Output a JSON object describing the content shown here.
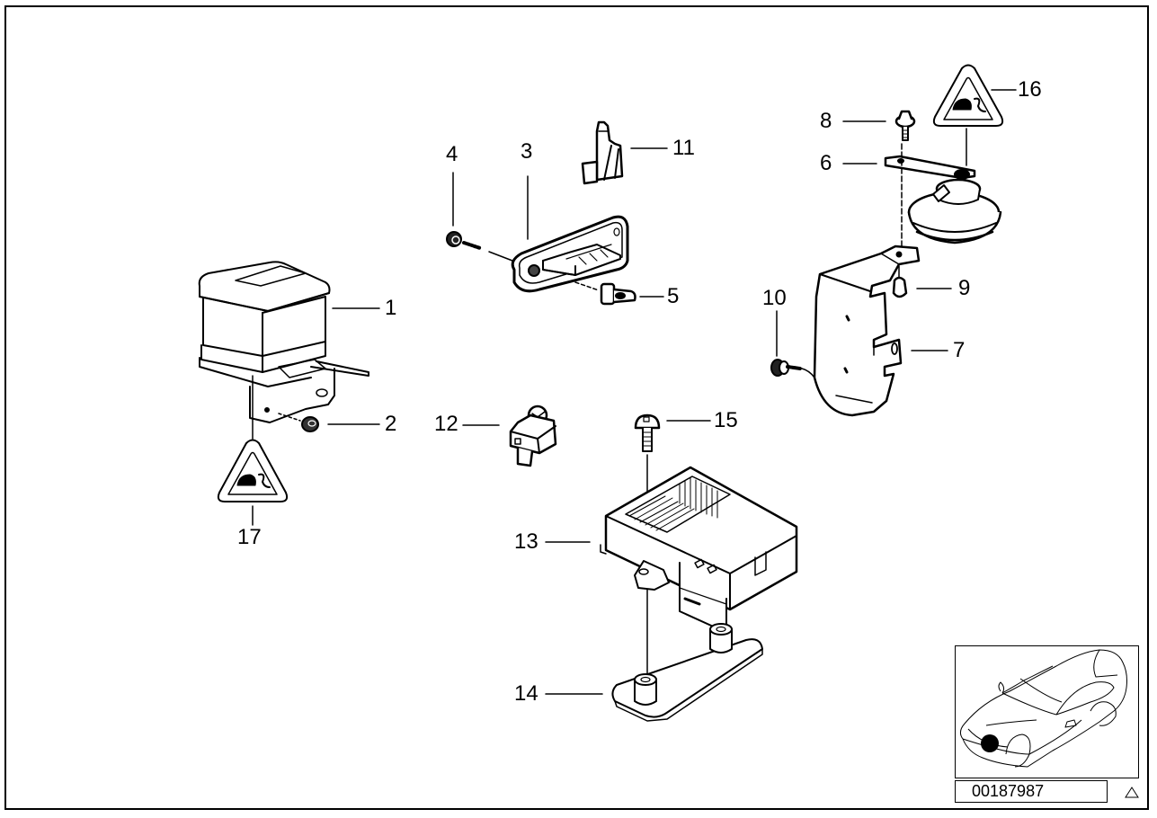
{
  "diagram": {
    "title": "Parts diagram – alarm system / horn components",
    "document_number": "00187987",
    "callouts": [
      {
        "id": "1",
        "label": "1"
      },
      {
        "id": "2",
        "label": "2"
      },
      {
        "id": "3",
        "label": "3"
      },
      {
        "id": "4",
        "label": "4"
      },
      {
        "id": "5",
        "label": "5"
      },
      {
        "id": "6",
        "label": "6"
      },
      {
        "id": "7",
        "label": "7"
      },
      {
        "id": "8",
        "label": "8"
      },
      {
        "id": "9",
        "label": "9"
      },
      {
        "id": "10",
        "label": "10"
      },
      {
        "id": "11",
        "label": "11"
      },
      {
        "id": "12",
        "label": "12"
      },
      {
        "id": "13",
        "label": "13"
      },
      {
        "id": "14",
        "label": "14"
      },
      {
        "id": "15",
        "label": "15"
      },
      {
        "id": "16",
        "label": "16"
      },
      {
        "id": "17",
        "label": "17"
      }
    ],
    "parts": [
      {
        "callout": "1",
        "name": "relay-module",
        "icon": "relay-box-icon"
      },
      {
        "callout": "2",
        "name": "hex-nut",
        "icon": "nut-icon"
      },
      {
        "callout": "3",
        "name": "switch-housing",
        "icon": "switch-housing-icon"
      },
      {
        "callout": "4",
        "name": "screw-with-washer",
        "icon": "screw-icon"
      },
      {
        "callout": "5",
        "name": "plug-clip",
        "icon": "clip-icon"
      },
      {
        "callout": "6",
        "name": "horn-bracket-strap",
        "icon": "strap-icon"
      },
      {
        "callout": "7",
        "name": "horn-mounting-bracket",
        "icon": "bracket-icon"
      },
      {
        "callout": "8",
        "name": "hex-bolt",
        "icon": "bolt-icon"
      },
      {
        "callout": "9",
        "name": "cage-nut",
        "icon": "nut-icon"
      },
      {
        "callout": "10",
        "name": "collar-screw",
        "icon": "screw-icon"
      },
      {
        "callout": "11",
        "name": "connector-clip",
        "icon": "connector-icon"
      },
      {
        "callout": "12",
        "name": "sensor-switch",
        "icon": "sensor-icon"
      },
      {
        "callout": "13",
        "name": "control-unit",
        "icon": "control-unit-icon"
      },
      {
        "callout": "14",
        "name": "mounting-plate",
        "icon": "plate-icon"
      },
      {
        "callout": "15",
        "name": "pan-head-screw",
        "icon": "screw-icon"
      },
      {
        "callout": "16",
        "name": "warning-label",
        "icon": "warning-triangle-icon"
      },
      {
        "callout": "17",
        "name": "warning-label",
        "icon": "warning-triangle-icon"
      }
    ],
    "thumbnail": {
      "icon": "car-location-icon",
      "marker_color": "#000000"
    },
    "footer_icon": "warning-triangle-icon",
    "colors": {
      "line": "#000000",
      "background": "#ffffff"
    }
  }
}
